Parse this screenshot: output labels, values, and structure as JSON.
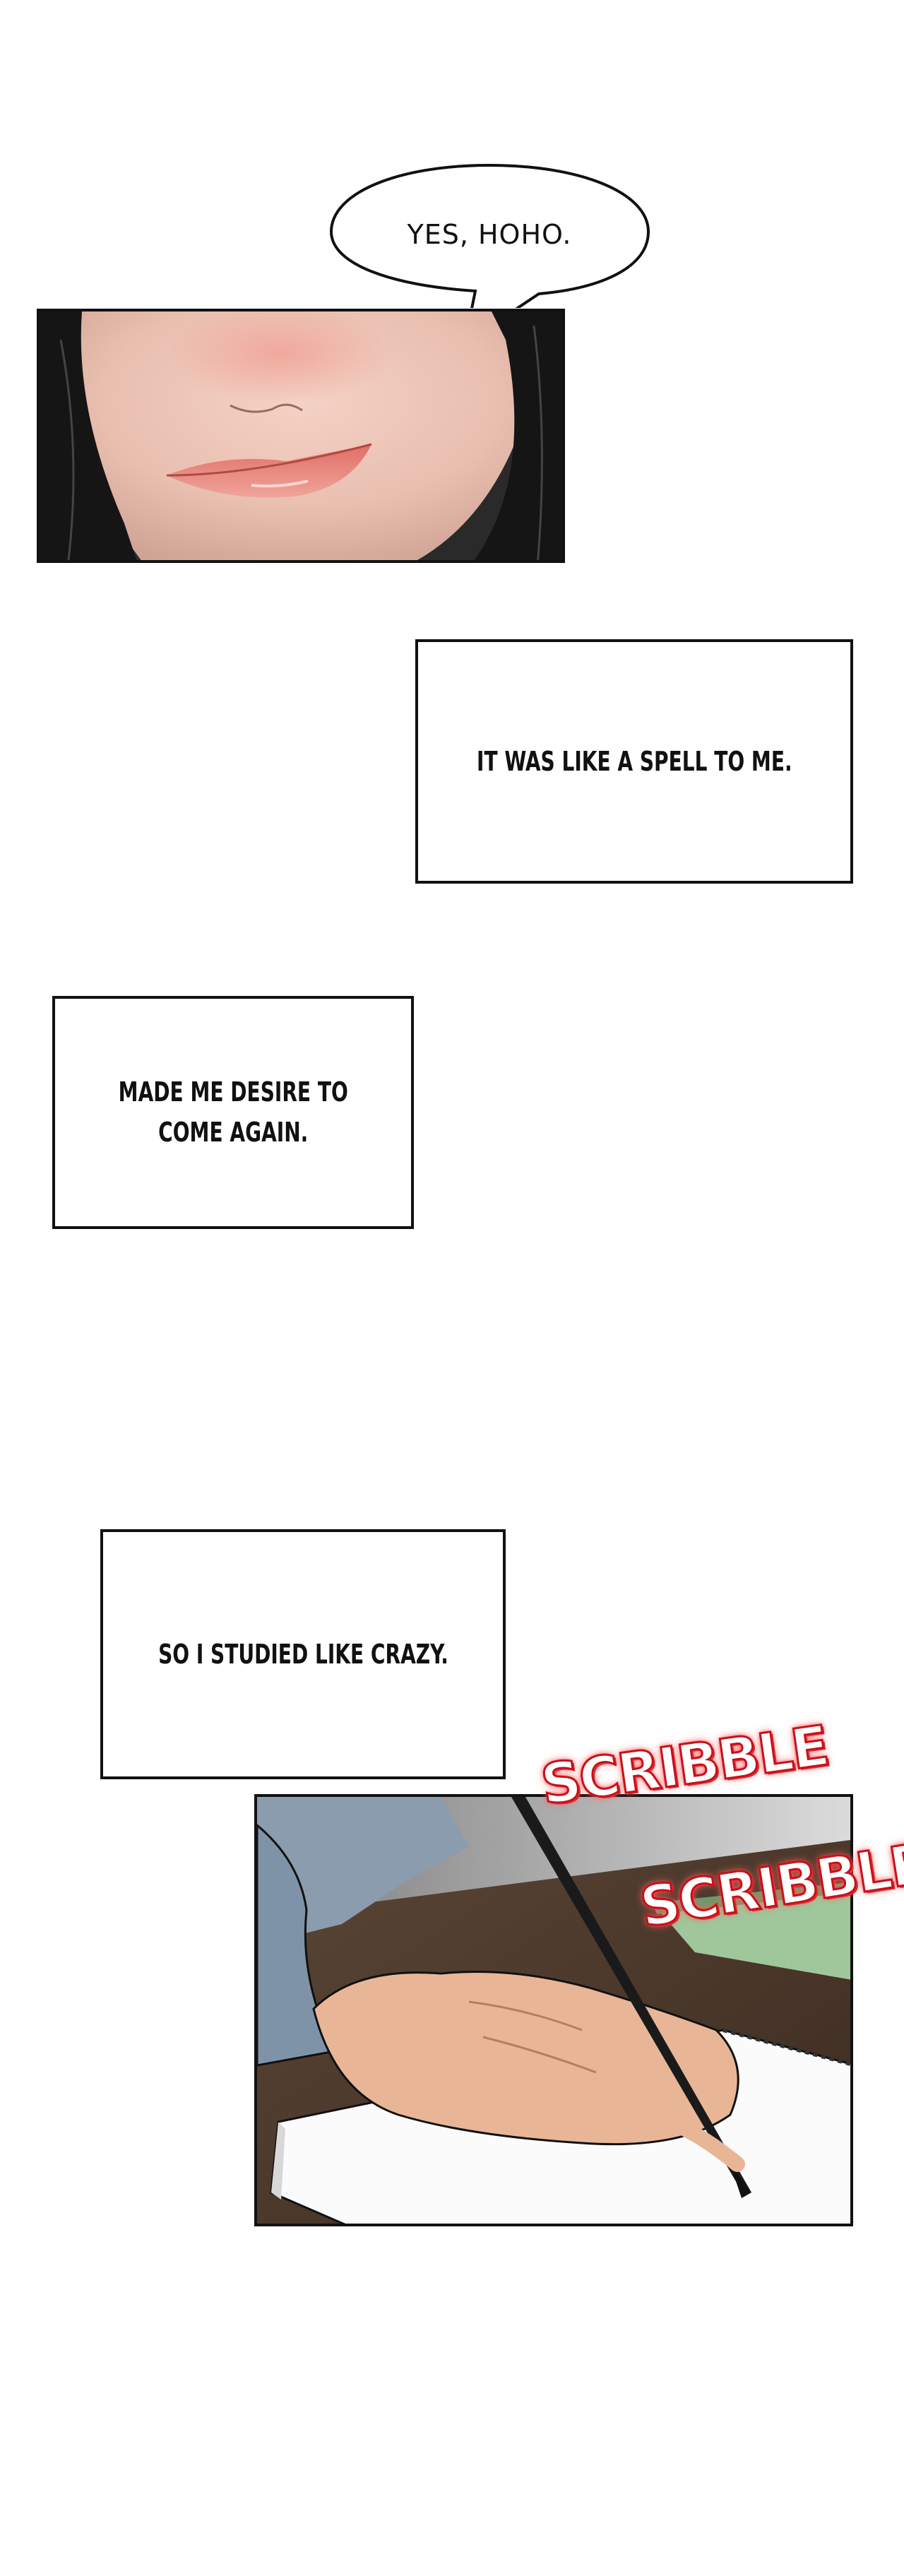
{
  "speech_bubble": {
    "text": "YES, HOHO."
  },
  "captions": [
    {
      "text": "IT WAS LIKE A SPELL TO ME."
    },
    {
      "text": "MADE ME DESIRE TO\nCOME AGAIN."
    },
    {
      "text": "SO I STUDIED LIKE CRAZY."
    }
  ],
  "sound_effects": [
    {
      "text": "SCRIBBLE"
    },
    {
      "text": "SCRIBBLE"
    }
  ],
  "colors": {
    "panel_border": "#111111",
    "sfx_red": "#c8101a",
    "skin": "#e9c3b2",
    "lips": "#e07a70",
    "hair": "#1a1a1a"
  }
}
